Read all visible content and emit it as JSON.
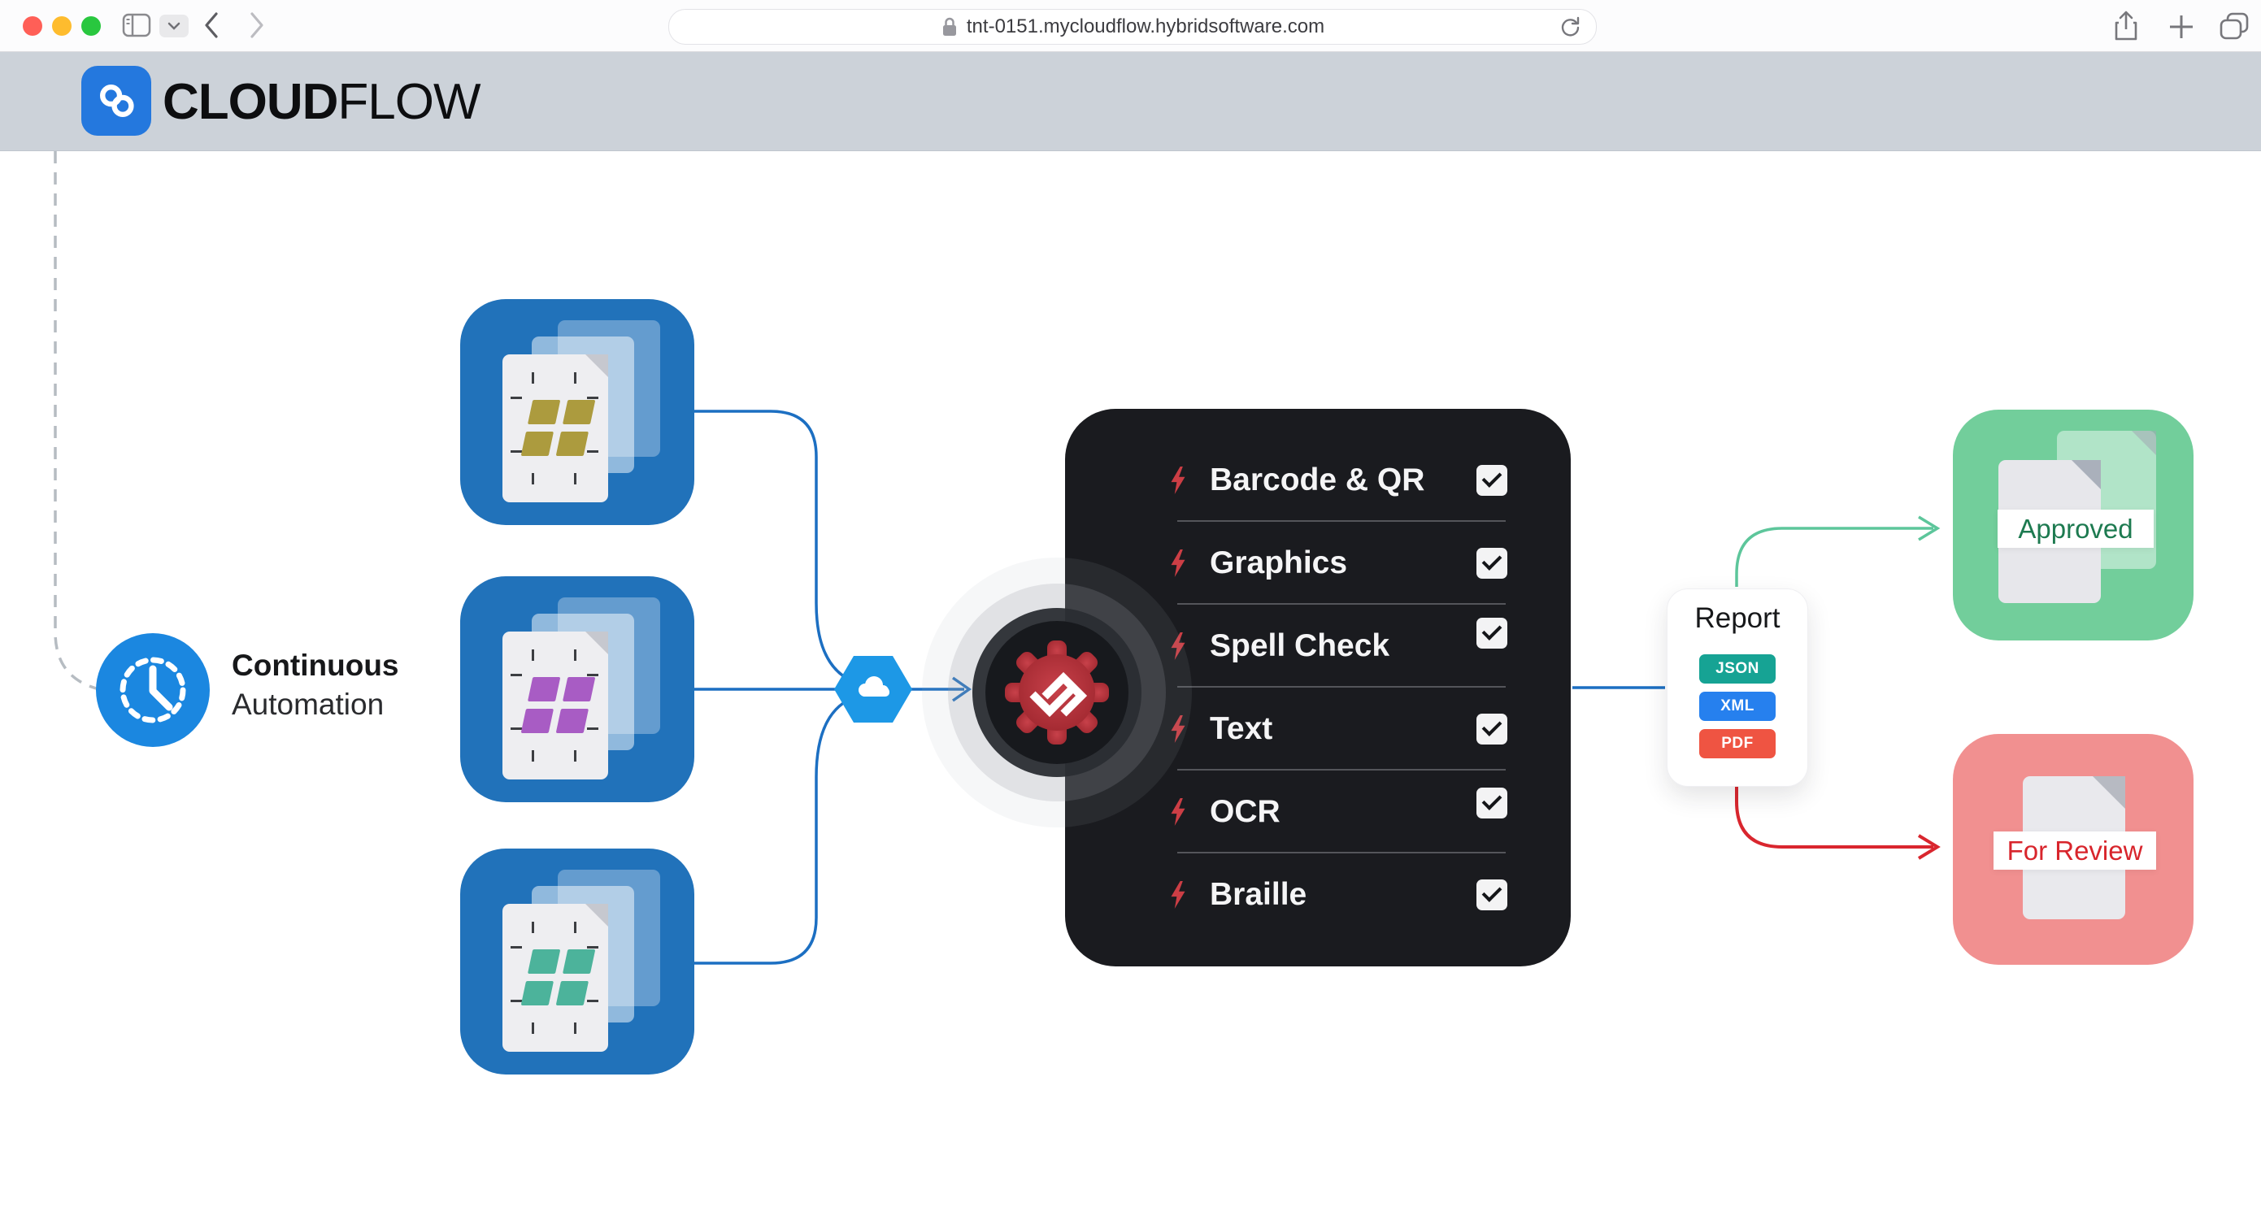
{
  "browser": {
    "url": "tnt-0151.mycloudflow.hybridsoftware.com",
    "traffic_lights": {
      "close": "#ff5f57",
      "minimize": "#febc2e",
      "zoom": "#29c73f"
    }
  },
  "brand": {
    "word_bold": "CLOUD",
    "word_light": "FLOW",
    "logo_bg": "#2478de",
    "header_bg": "#ccd2d9"
  },
  "trigger": {
    "line1": "Continuous",
    "line2": "Automation",
    "circle_color": "#1b87e0"
  },
  "tiles": [
    {
      "name": "artwork-batch-1",
      "shape_color": "#ac9b3e",
      "tile_color": "#2172ba"
    },
    {
      "name": "artwork-batch-2",
      "shape_color": "#a85cc4",
      "tile_color": "#2172ba"
    },
    {
      "name": "artwork-batch-3",
      "shape_color": "#4cb39b",
      "tile_color": "#2172ba"
    }
  ],
  "hub": {
    "color": "#1d98e6"
  },
  "processor": {
    "gear_color_outer": "#9e262e",
    "gear_color_inner": "#c8414a",
    "disc_color": "#17191d"
  },
  "panel": {
    "bg": "#1a1b1f",
    "items": [
      {
        "label": "Barcode & QR",
        "checked": true
      },
      {
        "label": "Graphics",
        "checked": true
      },
      {
        "label": "Spell Check",
        "checked": true
      },
      {
        "label": "Text",
        "checked": true
      },
      {
        "label": "OCR",
        "checked": true
      },
      {
        "label": "Braille",
        "checked": true
      }
    ]
  },
  "report": {
    "title": "Report",
    "formats": [
      {
        "label": "JSON",
        "color": "#16a394"
      },
      {
        "label": "XML",
        "color": "#2680ee"
      },
      {
        "label": "PDF",
        "color": "#ef5442"
      }
    ]
  },
  "outcomes": {
    "approved": {
      "label": "Approved",
      "tile_color": "#72ce9b",
      "text_color": "#1d7a50",
      "line_color": "#5dc69b"
    },
    "review": {
      "label": "For Review",
      "tile_color": "#f19090",
      "text_color": "#d8252c",
      "line_color": "#d9262e"
    }
  },
  "colors": {
    "line_blue": "#1c6fc2",
    "dashed_gray": "#b6bcc2",
    "bolt_red": "#cc3e45"
  }
}
